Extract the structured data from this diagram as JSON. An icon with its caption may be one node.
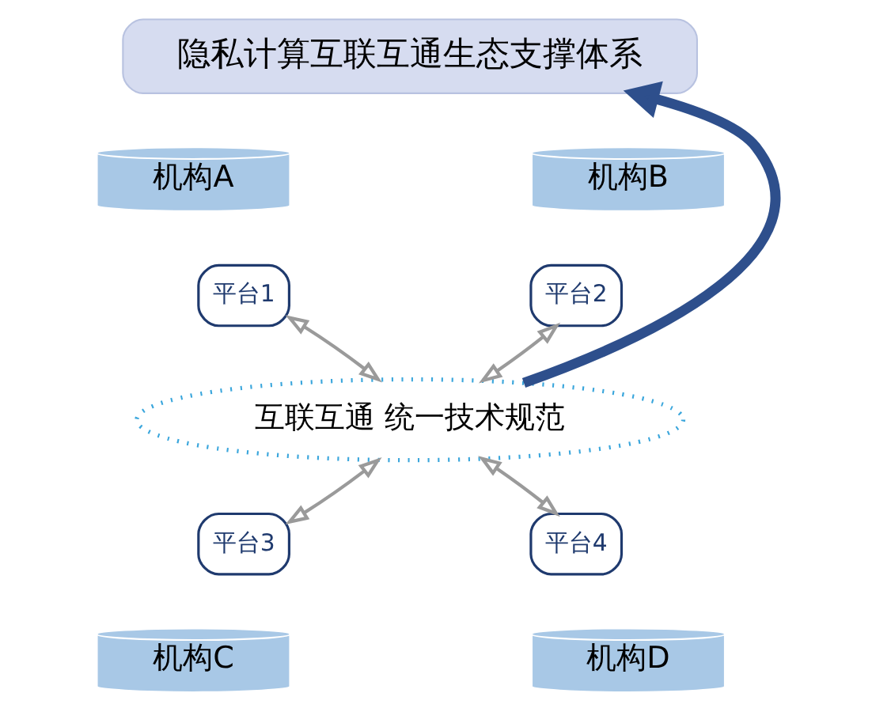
{
  "diagram": {
    "nodes": [
      {
        "text": [
          "隐私计算互联互通生态支撑体系"
        ]
      },
      {
        "text": [
          "机构A"
        ]
      },
      {
        "text": [
          "平台1"
        ]
      },
      {
        "text": [
          "机构B"
        ]
      },
      {
        "text": [
          "平台2"
        ]
      },
      {
        "text": [
          "互联互通 统一技术规范"
        ]
      },
      {
        "text": [
          "平台3"
        ]
      },
      {
        "text": [
          "机构C"
        ]
      },
      {
        "text": [
          "平台4"
        ]
      },
      {
        "text": [
          "机构D"
        ]
      }
    ],
    "edges": [
      {
        "from": 5,
        "to": 0,
        "arrow": "to",
        "style": "thick",
        "color": "#2e4f8c"
      },
      {
        "from": 2,
        "to": 5,
        "arrow": "both"
      },
      {
        "from": 4,
        "to": 5,
        "arrow": "both"
      },
      {
        "from": 6,
        "to": 5,
        "arrow": "both"
      },
      {
        "from": 8,
        "to": 5,
        "arrow": "both"
      }
    ]
  }
}
